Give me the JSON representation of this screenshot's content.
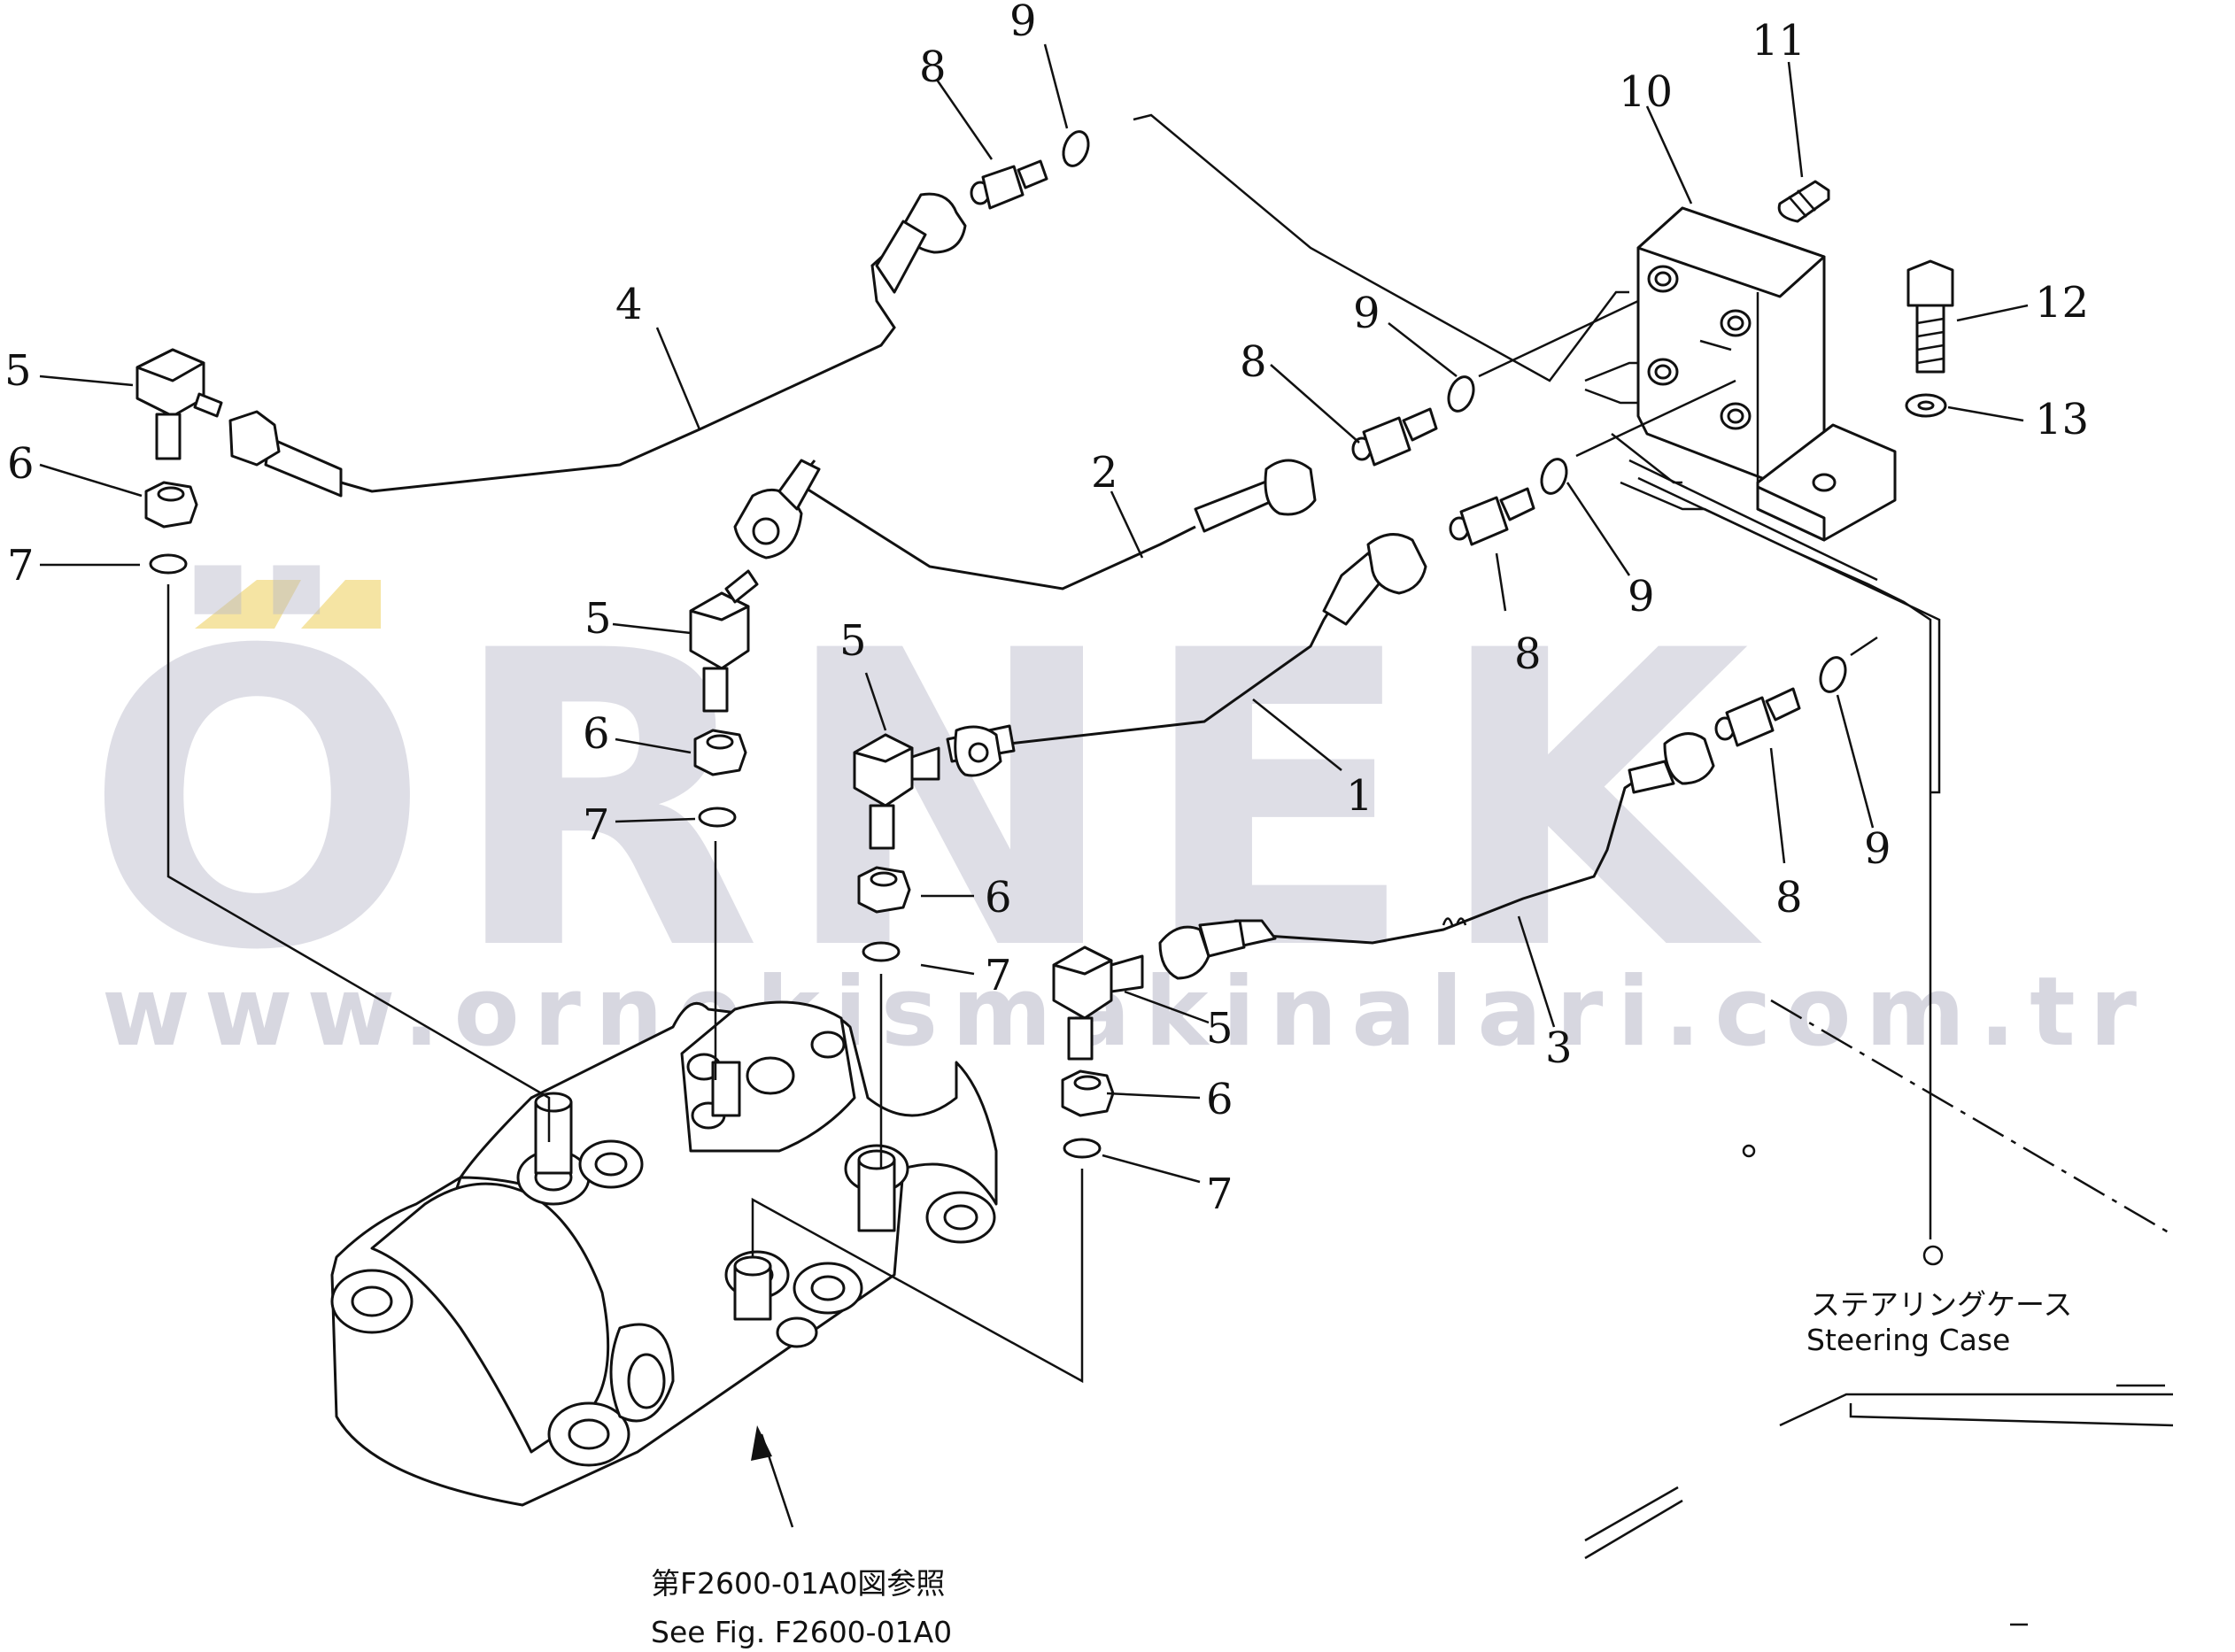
{
  "watermark": {
    "brand": "ÖRNEK",
    "url": "www.ornekismakinalari.com.tr",
    "brand_color": "#b8b8c8",
    "accent_color": "#f2dd8c"
  },
  "callouts": {
    "c1": "1",
    "c2": "2",
    "c3": "3",
    "c4": "4",
    "c5a": "5",
    "c5b": "5",
    "c5c": "5",
    "c5d": "5",
    "c6a": "6",
    "c6b": "6",
    "c6c": "6",
    "c6d": "6",
    "c7a": "7",
    "c7b": "7",
    "c7c": "7",
    "c7d": "7",
    "c8a": "8",
    "c8b": "8",
    "c8c": "8",
    "c8d": "8",
    "c9a": "9",
    "c9b": "9",
    "c9c": "9",
    "c9d": "9",
    "c10": "10",
    "c11": "11",
    "c12": "12",
    "c13": "13"
  },
  "notes": {
    "steering_jp": "ステアリングケース",
    "steering_en": "Steering  Case",
    "see_fig_jp": "第F2600-01A0図参照",
    "see_fig_en": "See Fig. F2600-01A0"
  }
}
